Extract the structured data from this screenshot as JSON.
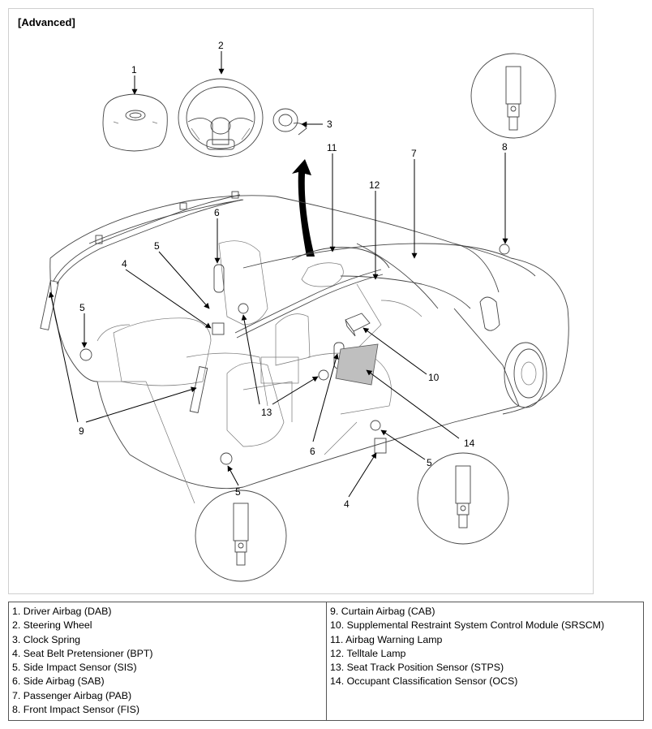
{
  "heading": "[Advanced]",
  "callouts": [
    "1",
    "2",
    "3",
    "4",
    "5",
    "6",
    "7",
    "8",
    "9",
    "10",
    "11",
    "12",
    "13",
    "14"
  ],
  "legend": {
    "left": [
      "1. Driver Airbag (DAB)",
      "2. Steering Wheel",
      "3. Clock Spring",
      "4. Seat Belt Pretensioner (BPT)",
      "5. Side Impact Sensor (SIS)",
      "6. Side Airbag (SAB)",
      "7. Passenger Airbag (PAB)",
      "8. Front Impact Sensor (FIS)"
    ],
    "right": [
      "9. Curtain Airbag (CAB)",
      "10. Supplemental Restraint System Control Module (SRSCM)",
      "11. Airbag Warning Lamp",
      "12. Telltale Lamp",
      "13. Seat Track Position Sensor (STPS)",
      "14. Occupant Classification Sensor (OCS)"
    ]
  }
}
